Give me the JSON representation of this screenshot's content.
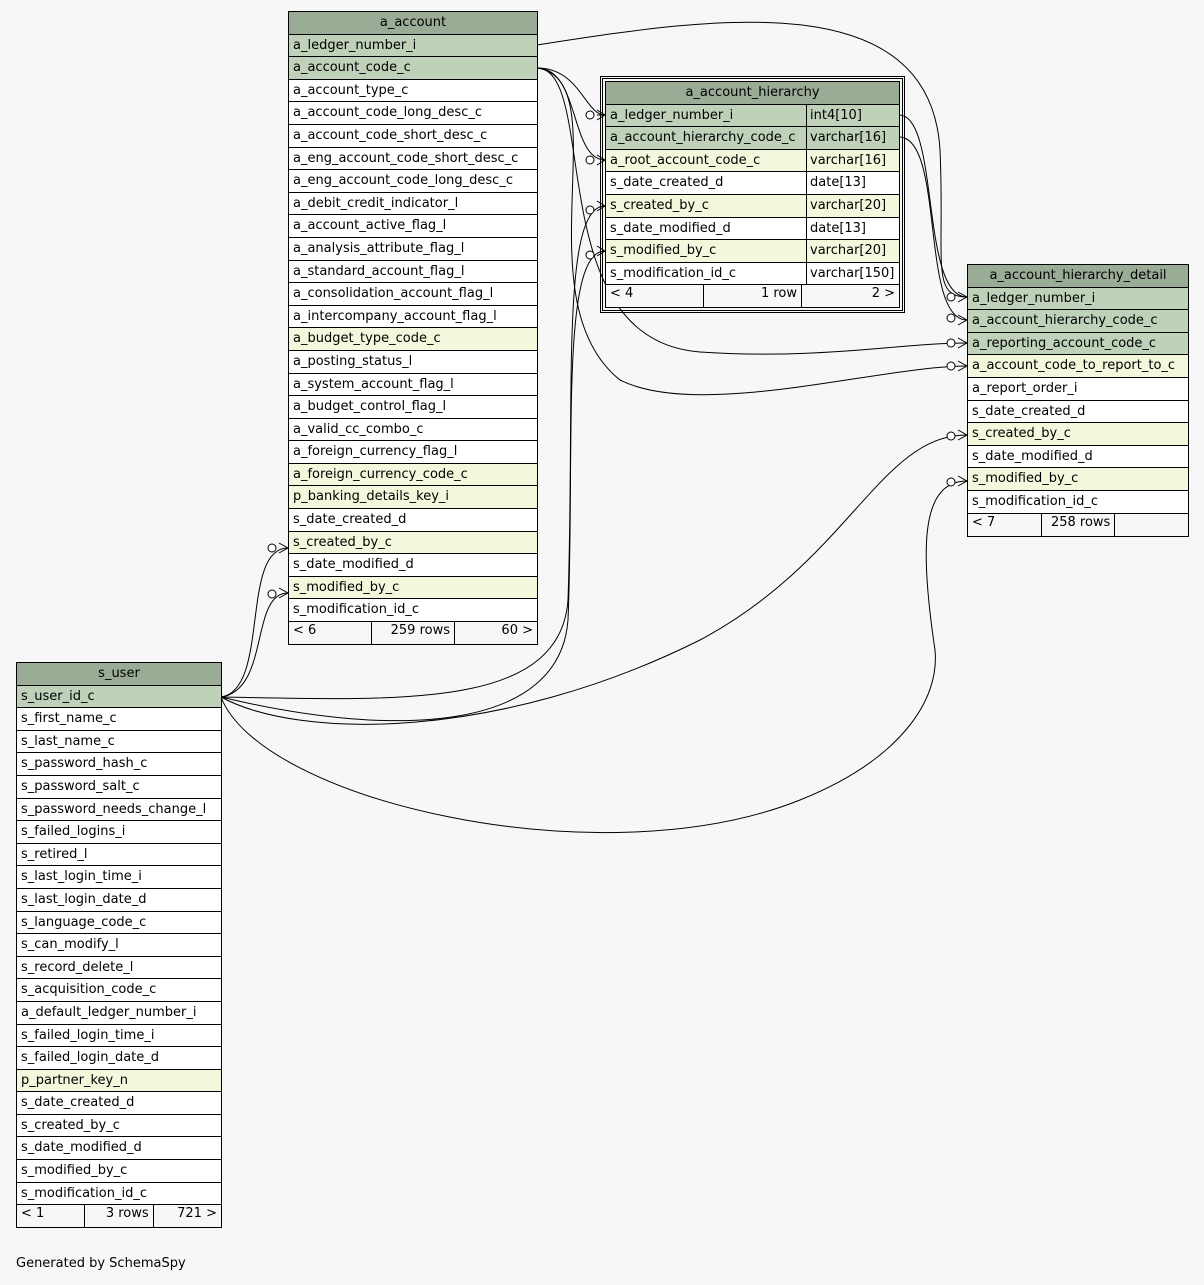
{
  "tables": [
    {
      "id": "a_account",
      "name": "a_account",
      "columns": [
        {
          "name": "a_ledger_number_i",
          "kind": "pk"
        },
        {
          "name": "a_account_code_c",
          "kind": "pk"
        },
        {
          "name": "a_account_type_c",
          "kind": ""
        },
        {
          "name": "a_account_code_long_desc_c",
          "kind": ""
        },
        {
          "name": "a_account_code_short_desc_c",
          "kind": ""
        },
        {
          "name": "a_eng_account_code_short_desc_c",
          "kind": ""
        },
        {
          "name": "a_eng_account_code_long_desc_c",
          "kind": ""
        },
        {
          "name": "a_debit_credit_indicator_l",
          "kind": ""
        },
        {
          "name": "a_account_active_flag_l",
          "kind": ""
        },
        {
          "name": "a_analysis_attribute_flag_l",
          "kind": ""
        },
        {
          "name": "a_standard_account_flag_l",
          "kind": ""
        },
        {
          "name": "a_consolidation_account_flag_l",
          "kind": ""
        },
        {
          "name": "a_intercompany_account_flag_l",
          "kind": ""
        },
        {
          "name": "a_budget_type_code_c",
          "kind": "fk"
        },
        {
          "name": "a_posting_status_l",
          "kind": ""
        },
        {
          "name": "a_system_account_flag_l",
          "kind": ""
        },
        {
          "name": "a_budget_control_flag_l",
          "kind": ""
        },
        {
          "name": "a_valid_cc_combo_c",
          "kind": ""
        },
        {
          "name": "a_foreign_currency_flag_l",
          "kind": ""
        },
        {
          "name": "a_foreign_currency_code_c",
          "kind": "fk"
        },
        {
          "name": "p_banking_details_key_i",
          "kind": "fk"
        },
        {
          "name": "s_date_created_d",
          "kind": ""
        },
        {
          "name": "s_created_by_c",
          "kind": "fk"
        },
        {
          "name": "s_date_modified_d",
          "kind": ""
        },
        {
          "name": "s_modified_by_c",
          "kind": "fk"
        },
        {
          "name": "s_modification_id_c",
          "kind": ""
        }
      ],
      "footer": [
        "< 6",
        "259 rows",
        "60 >"
      ]
    },
    {
      "id": "s_user",
      "name": "s_user",
      "columns": [
        {
          "name": "s_user_id_c",
          "kind": "pk"
        },
        {
          "name": "s_first_name_c",
          "kind": ""
        },
        {
          "name": "s_last_name_c",
          "kind": ""
        },
        {
          "name": "s_password_hash_c",
          "kind": ""
        },
        {
          "name": "s_password_salt_c",
          "kind": ""
        },
        {
          "name": "s_password_needs_change_l",
          "kind": ""
        },
        {
          "name": "s_failed_logins_i",
          "kind": ""
        },
        {
          "name": "s_retired_l",
          "kind": ""
        },
        {
          "name": "s_last_login_time_i",
          "kind": ""
        },
        {
          "name": "s_last_login_date_d",
          "kind": ""
        },
        {
          "name": "s_language_code_c",
          "kind": ""
        },
        {
          "name": "s_can_modify_l",
          "kind": ""
        },
        {
          "name": "s_record_delete_l",
          "kind": ""
        },
        {
          "name": "s_acquisition_code_c",
          "kind": ""
        },
        {
          "name": "a_default_ledger_number_i",
          "kind": ""
        },
        {
          "name": "s_failed_login_time_i",
          "kind": ""
        },
        {
          "name": "s_failed_login_date_d",
          "kind": ""
        },
        {
          "name": "p_partner_key_n",
          "kind": "fk"
        },
        {
          "name": "s_date_created_d",
          "kind": ""
        },
        {
          "name": "s_created_by_c",
          "kind": ""
        },
        {
          "name": "s_date_modified_d",
          "kind": ""
        },
        {
          "name": "s_modified_by_c",
          "kind": ""
        },
        {
          "name": "s_modification_id_c",
          "kind": ""
        }
      ],
      "footer": [
        "< 1",
        "3 rows",
        "721 >"
      ]
    },
    {
      "id": "a_account_hierarchy",
      "name": "a_account_hierarchy",
      "columns": [
        {
          "name": "a_ledger_number_i",
          "type": "int4[10]",
          "kind": "pk"
        },
        {
          "name": "a_account_hierarchy_code_c",
          "type": "varchar[16]",
          "kind": "pk"
        },
        {
          "name": "a_root_account_code_c",
          "type": "varchar[16]",
          "kind": "fk"
        },
        {
          "name": "s_date_created_d",
          "type": "date[13]",
          "kind": ""
        },
        {
          "name": "s_created_by_c",
          "type": "varchar[20]",
          "kind": "fk"
        },
        {
          "name": "s_date_modified_d",
          "type": "date[13]",
          "kind": ""
        },
        {
          "name": "s_modified_by_c",
          "type": "varchar[20]",
          "kind": "fk"
        },
        {
          "name": "s_modification_id_c",
          "type": "varchar[150]",
          "kind": ""
        }
      ],
      "footer": [
        "< 4",
        "1 row",
        "2 >"
      ]
    },
    {
      "id": "a_account_hierarchy_detail",
      "name": "a_account_hierarchy_detail",
      "columns": [
        {
          "name": "a_ledger_number_i",
          "kind": "pk"
        },
        {
          "name": "a_account_hierarchy_code_c",
          "kind": "pk"
        },
        {
          "name": "a_reporting_account_code_c",
          "kind": "pk"
        },
        {
          "name": "a_account_code_to_report_to_c",
          "kind": "fk"
        },
        {
          "name": "a_report_order_i",
          "kind": ""
        },
        {
          "name": "s_date_created_d",
          "kind": ""
        },
        {
          "name": "s_created_by_c",
          "kind": "fk"
        },
        {
          "name": "s_date_modified_d",
          "kind": ""
        },
        {
          "name": "s_modified_by_c",
          "kind": "fk"
        },
        {
          "name": "s_modification_id_c",
          "kind": ""
        }
      ],
      "footer": [
        "< 7",
        "258 rows",
        ""
      ]
    }
  ],
  "credit": "Generated by SchemaSpy",
  "colors": {
    "header": "#9aab96",
    "pk": "#bfd1b8",
    "fk": "#f4f7dc",
    "background": "#f7f7f7"
  }
}
